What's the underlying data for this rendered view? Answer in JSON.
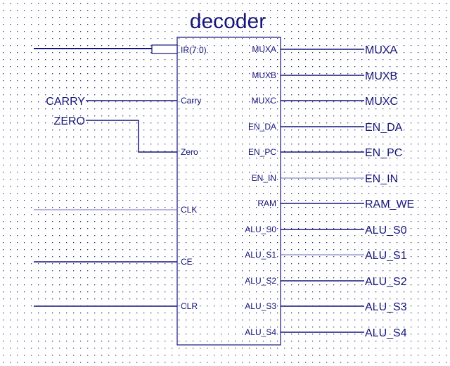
{
  "title": "decoder",
  "inputs": {
    "ir": "IR(7:0)",
    "carry": "Carry",
    "zero": "Zero",
    "clk": "CLK",
    "ce": "CE",
    "clr": "CLR"
  },
  "input_nets": {
    "carry": "CARRY",
    "zero": "ZERO"
  },
  "outputs": [
    {
      "pin": "MUXA",
      "net": "MUXA"
    },
    {
      "pin": "MUXB",
      "net": "MUXB"
    },
    {
      "pin": "MUXC",
      "net": "MUXC"
    },
    {
      "pin": "EN_DA",
      "net": "EN_DA"
    },
    {
      "pin": "EN_PC",
      "net": "EN_PC"
    },
    {
      "pin": "EN_IN",
      "net": "EN_IN"
    },
    {
      "pin": "RAM",
      "net": "RAM_WE"
    },
    {
      "pin": "ALU_S0",
      "net": "ALU_S0"
    },
    {
      "pin": "ALU_S1",
      "net": "ALU_S1"
    },
    {
      "pin": "ALU_S2",
      "net": "ALU_S2"
    },
    {
      "pin": "ALU_S3",
      "net": "ALU_S3"
    },
    {
      "pin": "ALU_S4",
      "net": "ALU_S4"
    }
  ]
}
